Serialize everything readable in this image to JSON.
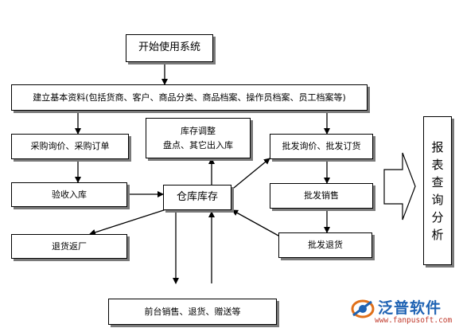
{
  "nodes": {
    "start": "开始使用系统",
    "basic": "建立基本资料(包括货商、客户、商品分类、商品档案、操作员档案、员工档案等)",
    "purchase_inquiry": "采购询价、采购订单",
    "receive": "验收入库",
    "return_to_supplier": "退货返厂",
    "adjust_line1": "库存调整",
    "adjust_line2": "盘点、其它出入库",
    "warehouse": "仓库库存",
    "front_sales": "前台销售、退货、赠送等",
    "wholesale_inquiry": "批发询价、批发订货",
    "wholesale_sales": "批发销售",
    "wholesale_return": "批发退货",
    "report": [
      "报",
      "表",
      "查",
      "询",
      "分",
      "析"
    ]
  },
  "logo": {
    "brand": "泛普软件",
    "site": "www.fanpusoft.com"
  }
}
